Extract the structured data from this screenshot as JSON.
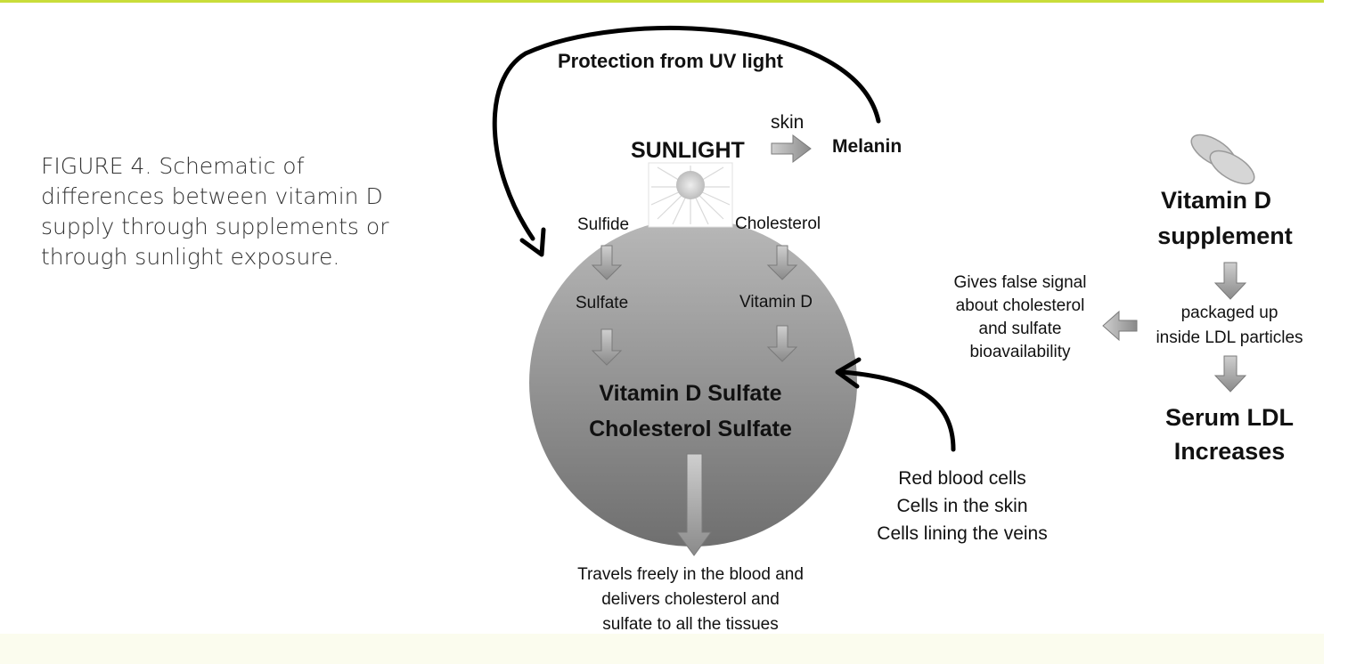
{
  "caption": {
    "lines": [
      "FIGURE 4. Schematic of",
      "differences between vitamin D",
      "supply through supplements or",
      "through sunlight exposure."
    ]
  },
  "sunlight_path": {
    "protection": "Protection from UV light",
    "sunlight": "SUNLIGHT",
    "skin": "skin",
    "melanin": "Melanin",
    "sulfide": "Sulfide",
    "cholesterol": "Cholesterol",
    "sulfate": "Sulfate",
    "vitamin_d": "Vitamin D",
    "product_line1": "Vitamin D Sulfate",
    "product_line2": "Cholesterol Sulfate",
    "travels": [
      "Travels freely in the blood and",
      "delivers cholesterol and",
      "sulfate to all the tissues"
    ],
    "cells": [
      "Red blood cells",
      "Cells in the skin",
      "Cells lining the veins"
    ]
  },
  "supplement_path": {
    "title_line1": "Vitamin D",
    "title_line2": "supplement",
    "packaged": [
      "packaged up",
      "inside LDL particles"
    ],
    "false_signal": [
      "Gives false signal",
      "about cholesterol",
      "and sulfate",
      "bioavailability"
    ],
    "result_line1": "Serum LDL",
    "result_line2": "Increases"
  },
  "colors": {
    "accent_rule": "#c9dd3a",
    "circle_light": "#b8b8b8",
    "circle_dark": "#6f6f6f",
    "arrow_gray": "#9a9a9a"
  }
}
